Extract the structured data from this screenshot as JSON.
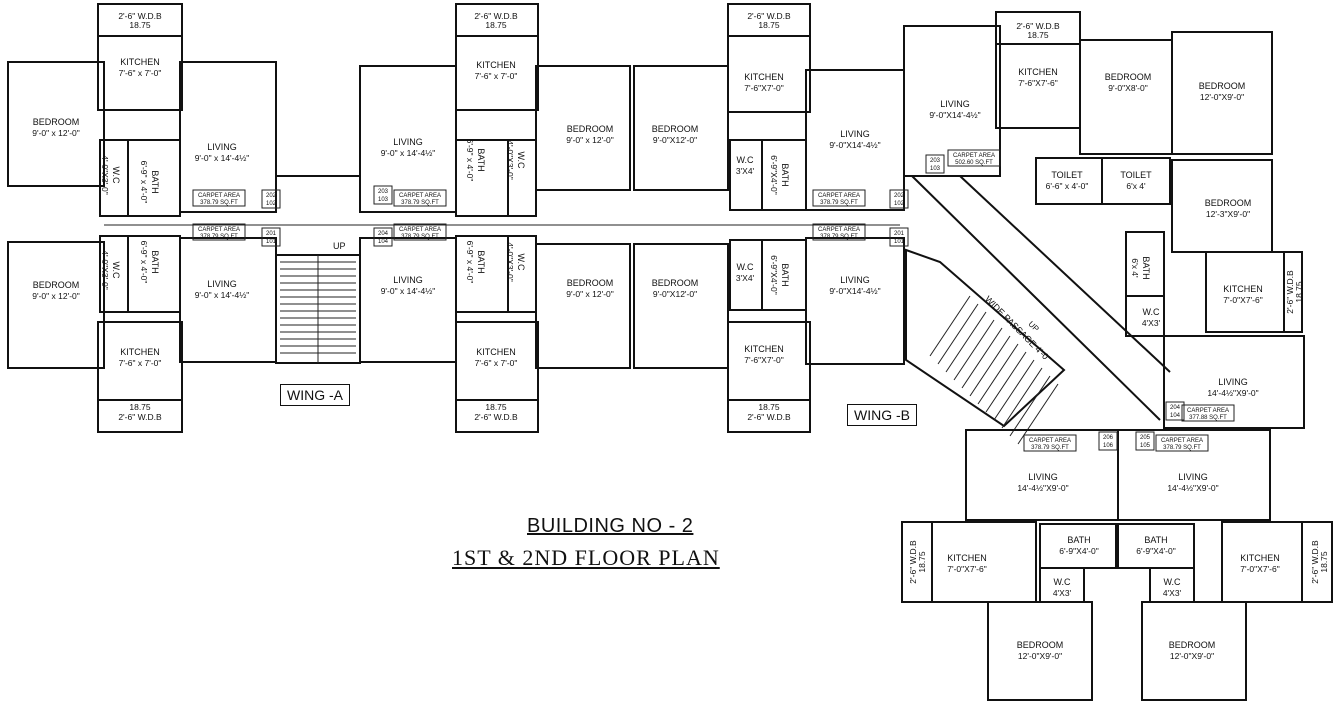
{
  "title": {
    "line1": "BUILDING NO - 2",
    "line2": "1ST & 2ND FLOOR PLAN"
  },
  "wings": {
    "a": "WING -A",
    "b": "WING -B"
  },
  "stairs": {
    "up": "UP"
  },
  "passage": "WIDE PASSAGE 4'-0\"",
  "rooms": [
    {
      "name": "BEDROOM",
      "dim": "9'-0\" x 12'-0\""
    },
    {
      "name": "KITCHEN",
      "dim": "7'-6\" x 7'-0\""
    },
    {
      "name": "LIVING",
      "dim": "9'-0\" x 14'-4½\""
    },
    {
      "name": "BATH",
      "dim": "6'-9\" x 4'-0\""
    },
    {
      "name": "W.C",
      "dim": "4'-0\"X3'-0\""
    },
    {
      "name": "BEDROOM",
      "dim": "9'-0\" x 12'-0\""
    },
    {
      "name": "KITCHEN",
      "dim": "7'-6\" x 7'-0\""
    },
    {
      "name": "LIVING",
      "dim": "9'-0\" x 14'-4½\""
    },
    {
      "name": "BATH",
      "dim": "6'-9\" x 4'-0\""
    },
    {
      "name": "W.C",
      "dim": "4'-0\"X3'-0\""
    },
    {
      "name": "LIVING",
      "dim": "9'-0\" x 14'-4½\""
    },
    {
      "name": "KITCHEN",
      "dim": "7'-6\" x 7'-0\""
    },
    {
      "name": "BEDROOM",
      "dim": "9'-0\" x 12'-0\""
    },
    {
      "name": "BATH",
      "dim": "6'-9\" x 4'-0\""
    },
    {
      "name": "W.C",
      "dim": "4'-0\"X3'-0\""
    },
    {
      "name": "LIVING",
      "dim": "9'-0\" x 14'-4½\""
    },
    {
      "name": "KITCHEN",
      "dim": "7'-6\" x 7'-0\""
    },
    {
      "name": "BEDROOM",
      "dim": "9'-0\" x 12'-0\""
    },
    {
      "name": "BATH",
      "dim": "6'-9\" x 4'-0\""
    },
    {
      "name": "W.C",
      "dim": "4'-0\"X3'-0\""
    },
    {
      "name": "BEDROOM",
      "dim": "9'-0\"X12'-0\""
    },
    {
      "name": "KITCHEN",
      "dim": "7'-6\"X7'-0\""
    },
    {
      "name": "LIVING",
      "dim": "9'-0\"X14'-4½\""
    },
    {
      "name": "W.C",
      "dim": "3'X4'"
    },
    {
      "name": "BATH",
      "dim": "6'-9\"X4'-0\""
    },
    {
      "name": "BEDROOM",
      "dim": "9'-0\"X12'-0\""
    },
    {
      "name": "KITCHEN",
      "dim": "7'-6\"X7'-0\""
    },
    {
      "name": "LIVING",
      "dim": "9'-0\"X14'-4½\""
    },
    {
      "name": "W.C",
      "dim": "3'X4'"
    },
    {
      "name": "BATH",
      "dim": "6'-9\"X4'-0\""
    },
    {
      "name": "LIVING",
      "dim": "9'-0\"X14'-4½\""
    },
    {
      "name": "KITCHEN",
      "dim": "7'-6\"X7'-6\""
    },
    {
      "name": "BEDROOM",
      "dim": "9'-0\"X8'-0\""
    },
    {
      "name": "BEDROOM",
      "dim": "12'-0\"X9'-0\""
    },
    {
      "name": "TOILET",
      "dim": "6'-6\" x 4'-0\""
    },
    {
      "name": "TOILET",
      "dim": "6'x 4'"
    },
    {
      "name": "BEDROOM",
      "dim": "12'-3\"X9'-0\""
    },
    {
      "name": "BATH",
      "dim": "6'x 4'"
    },
    {
      "name": "KITCHEN",
      "dim": "7'-0\"X7'-6\""
    },
    {
      "name": "W.C",
      "dim": "4'X3'"
    },
    {
      "name": "LIVING",
      "dim": "14'-4½\"X9'-0\""
    },
    {
      "name": "LIVING",
      "dim": "14'-4½\"X9'-0\""
    },
    {
      "name": "LIVING",
      "dim": "14'-4½\"X9'-0\""
    },
    {
      "name": "BATH",
      "dim": "6'-9\"X4'-0\""
    },
    {
      "name": "BATH",
      "dim": "6'-9\"X4'-0\""
    },
    {
      "name": "KITCHEN",
      "dim": "7'-0\"X7'-6\""
    },
    {
      "name": "KITCHEN",
      "dim": "7'-0\"X7'-6\""
    },
    {
      "name": "W.C",
      "dim": "4'X3'"
    },
    {
      "name": "W.C",
      "dim": "4'X3'"
    },
    {
      "name": "BEDROOM",
      "dim": "12'-0\"X9'-0\""
    },
    {
      "name": "BEDROOM",
      "dim": "12'-0\"X9'-0\""
    }
  ],
  "wdb": [
    {
      "size": "2'-6\" W.D.B",
      "value": "18.75"
    },
    {
      "size": "2'-6\" W.D.B",
      "value": "18.75"
    },
    {
      "size": "2'-6\" W.D.B",
      "value": "18.75"
    },
    {
      "size": "2'-6\" W.D.B",
      "value": "18.75"
    },
    {
      "size": "2'-6\" W.D.B",
      "value": "18.75"
    },
    {
      "size": "2'-6\" W.D.B",
      "value": "18.75"
    },
    {
      "size": "2'-6\" W.D.B",
      "value": "18.75"
    },
    {
      "size": "2'-6\" W.D.B",
      "value": "18.75"
    },
    {
      "size": "2'-6\" W.D.B",
      "value": "18.75"
    },
    {
      "size": "2'-6\" W.D.B",
      "value": "18.75"
    }
  ],
  "carpet": [
    {
      "label": "CARPET AREA",
      "area": "378.79 SQ.FT",
      "units": [
        "202",
        "102"
      ]
    },
    {
      "label": "CARPET AREA",
      "area": "378.79 SQ.FT",
      "units": [
        "201",
        "101"
      ]
    },
    {
      "label": "CARPET AREA",
      "area": "378.79 SQ.FT",
      "units": [
        "203",
        "103"
      ]
    },
    {
      "label": "CARPET AREA",
      "area": "378.79 SQ.FT",
      "units": [
        "204",
        "104"
      ]
    },
    {
      "label": "CARPET AREA",
      "area": "378.79 SQ.FT",
      "units": [
        "202",
        "102"
      ]
    },
    {
      "label": "CARPET AREA",
      "area": "378.79 SQ.FT",
      "units": [
        "201",
        "101"
      ]
    },
    {
      "label": "CARPET AREA",
      "area": "502.60 SQ.FT",
      "units": [
        "203",
        "103"
      ]
    },
    {
      "label": "CARPET AREA",
      "area": "377.88 SQ.FT",
      "units": [
        "204",
        "104"
      ]
    },
    {
      "label": "CARPET AREA",
      "area": "378.79 SQ.FT",
      "units": [
        "206",
        "106"
      ]
    },
    {
      "label": "CARPET AREA",
      "area": "378.79 SQ.FT",
      "units": [
        "205",
        "105"
      ]
    }
  ]
}
